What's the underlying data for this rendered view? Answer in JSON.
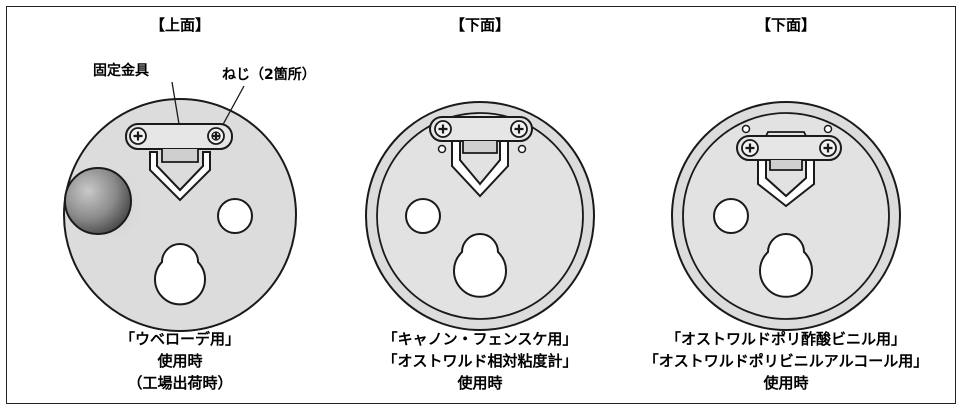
{
  "panels": [
    {
      "header": "【上面】",
      "caption": [
        "「ウベローデ用」",
        "使用時",
        "（工場出荷時）"
      ],
      "labels": {
        "bracket": "固定金具",
        "screw": "ねじ（2箇所）"
      }
    },
    {
      "header": "【下面】",
      "caption": [
        "「キャノン・フェンスケ用」",
        "「オストワルド相対粘度計」",
        "使用時"
      ]
    },
    {
      "header": "【下面】",
      "caption": [
        "「オストワルドポリ酢酸ビニル用」",
        "「オストワルドポリビニルアルコール用」",
        "使用時"
      ]
    }
  ],
  "colors": {
    "plate": "#dcdcdc",
    "plate_edge": "#1a1a1a",
    "ball": "#8a8a8a",
    "bracket": "#e6e6e6"
  }
}
